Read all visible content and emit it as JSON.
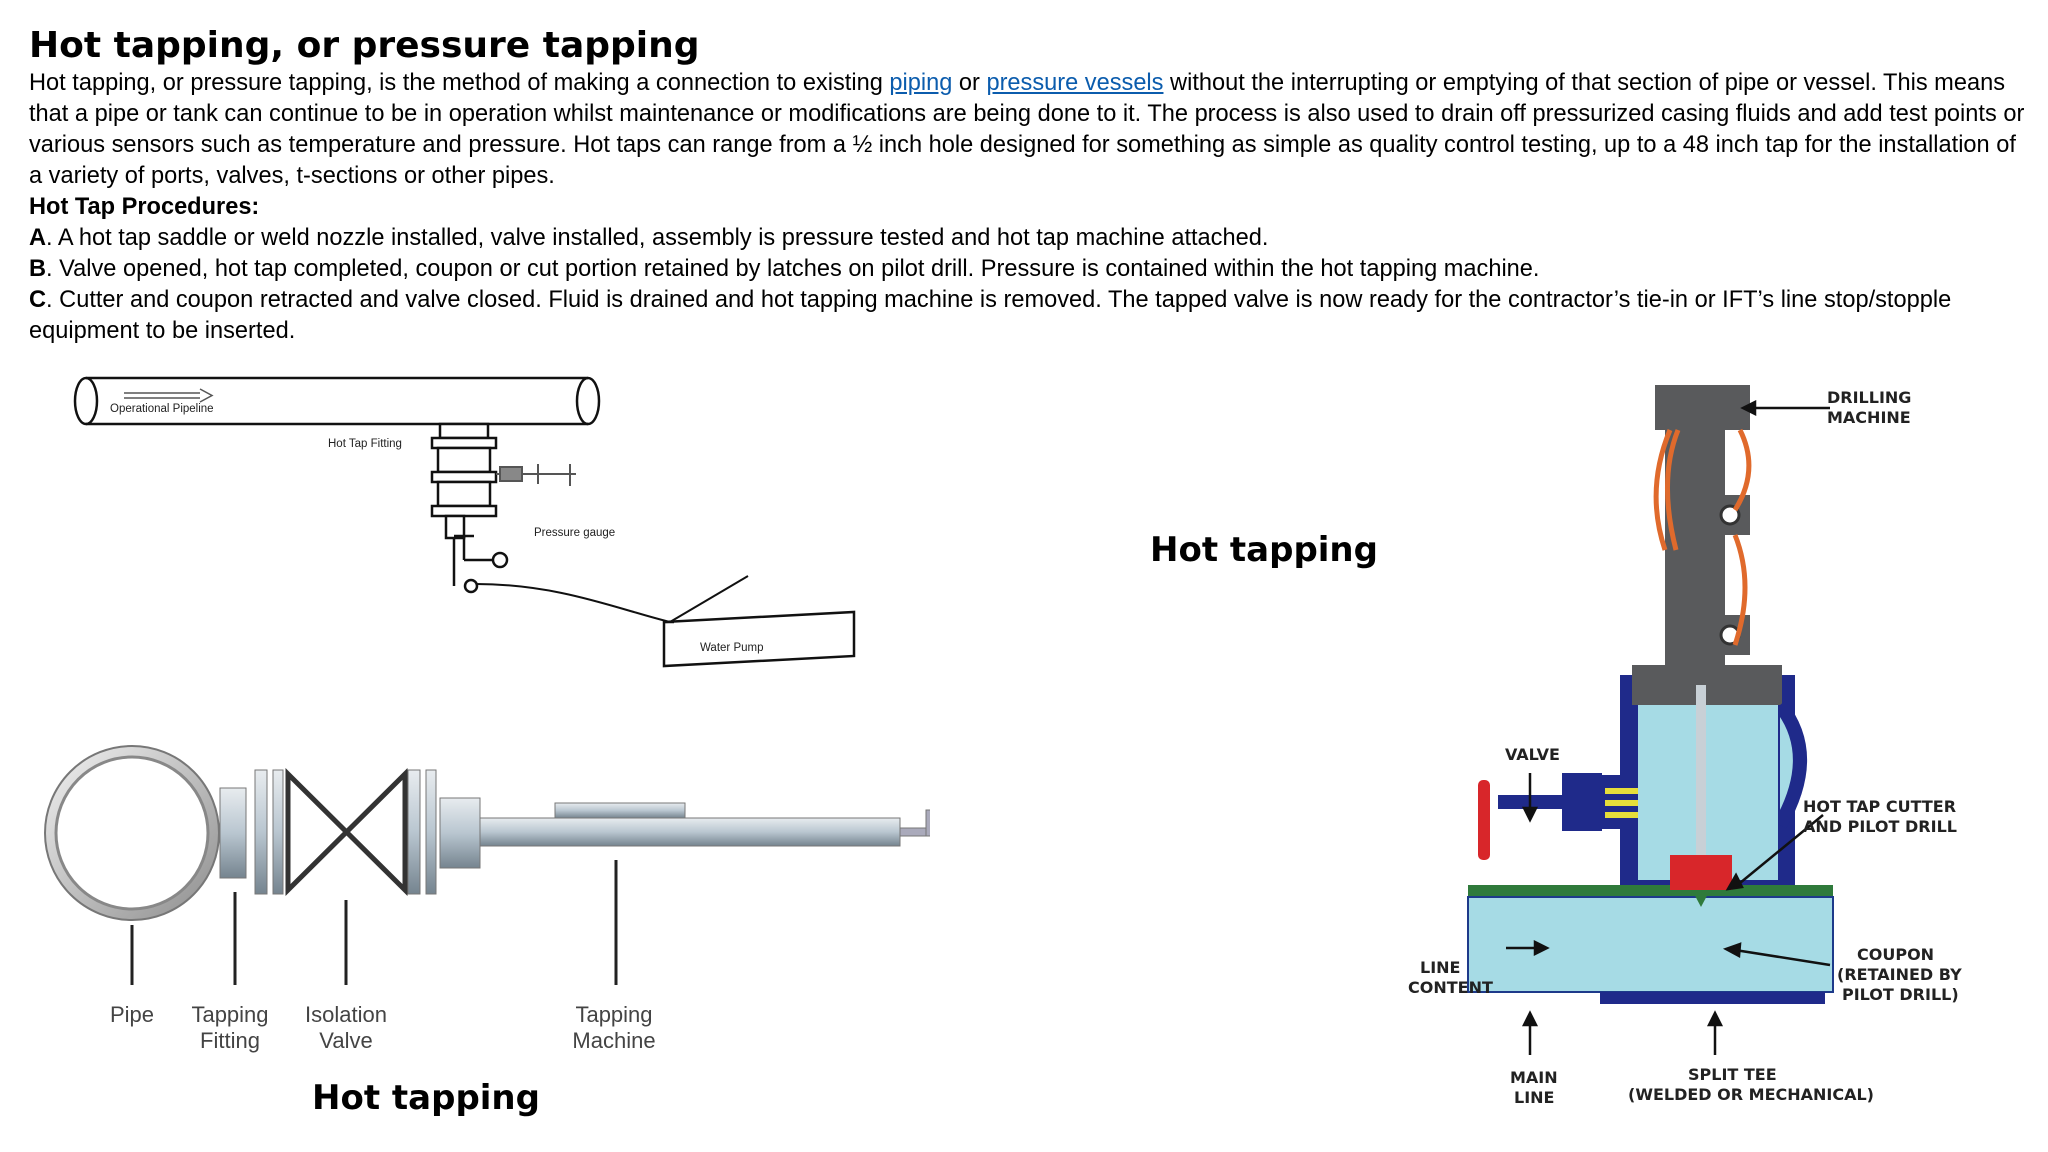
{
  "title": "Hot tapping, or pressure tapping",
  "intro": {
    "part1": "Hot tapping, or pressure tapping, is the method of making a connection to existing ",
    "link1": "piping",
    "part2": " or ",
    "link2": "pressure vessels",
    "part3": " without the interrupting or emptying of that section of pipe or vessel. This means that a pipe or tank can continue to be in operation whilst maintenance or modifications are being done to it. The process is also used to drain off pressurized casing fluids and add test points or various sensors such as temperature and pressure. Hot taps can range from a ½ inch hole designed for something as simple as quality control testing, up to a 48 inch tap for the installation of a variety of ports, valves, t-sections or other pipes."
  },
  "procedures": {
    "heading": "Hot Tap Procedures:",
    "steps": [
      {
        "letter": "A",
        "text": ". A hot tap saddle or weld nozzle installed, valve installed, assembly is pressure tested and hot tap machine attached."
      },
      {
        "letter": "B",
        "text": ". Valve opened, hot tap completed, coupon or cut portion retained by latches on pilot drill. Pressure is contained within the hot tapping machine."
      },
      {
        "letter": "C",
        "text": ". Cutter and coupon retracted and valve closed. Fluid is drained and hot tapping machine is removed. The tapped valve is now ready for the contractor’s tie-in or IFT’s line stop/stopple equipment to be inserted."
      }
    ]
  },
  "diagram1": {
    "operational_pipeline": "Operational Pipeline",
    "hot_tap_fitting": "Hot Tap Fitting",
    "pressure_gauge": "Pressure gauge",
    "water_pump": "Water Pump"
  },
  "diagram2": {
    "pipe": "Pipe",
    "tapping_fitting_1": "Tapping",
    "tapping_fitting_2": "Fitting",
    "isolation_valve_1": "Isolation",
    "isolation_valve_2": "Valve",
    "tapping_machine_1": "Tapping",
    "tapping_machine_2": "Machine"
  },
  "diagram3": {
    "drilling_machine_1": "DRILLING",
    "drilling_machine_2": "MACHINE",
    "valve": "VALVE",
    "cutter_1": "HOT TAP CUTTER",
    "cutter_2": "AND PILOT DRILL",
    "line_content_1": "LINE",
    "line_content_2": "CONTENT",
    "coupon_1": "COUPON",
    "coupon_2": "(RETAINED BY",
    "coupon_3": "PILOT DRILL)",
    "main_line_1": "MAIN",
    "main_line_2": "LINE",
    "split_tee_1": "SPLIT TEE",
    "split_tee_2": "(WELDED OR MECHANICAL)"
  },
  "captions": {
    "center": "Hot tapping",
    "bottom": "Hot tapping"
  },
  "colors": {
    "link": "#0b5cad",
    "fluid": "#a6dbe5",
    "valve_blue": "#1f2a8a",
    "cutter_red": "#d8262a",
    "machine_gray": "#595a5c",
    "tee_green": "#2f7a3b"
  }
}
